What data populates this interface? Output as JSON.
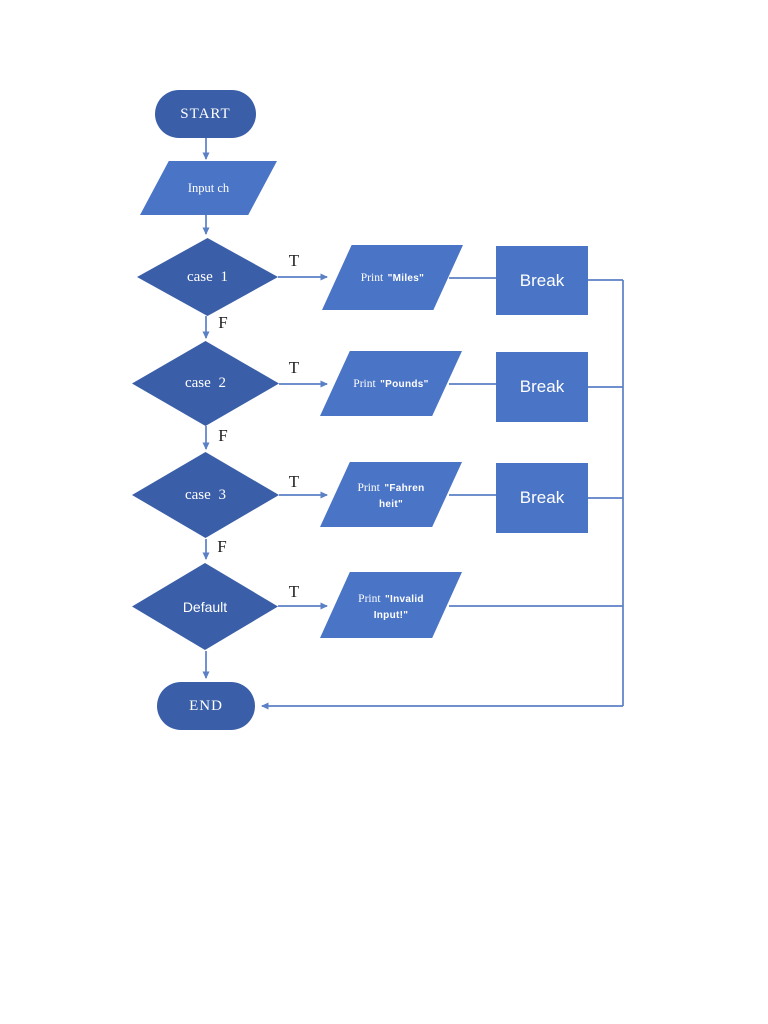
{
  "colors": {
    "node_dark": "#3a5ea8",
    "node_light": "#4a74c6",
    "connector": "#5b80c6",
    "label_text": "#1f1f1f",
    "text_on_shape": "#ffffff"
  },
  "flowchart": {
    "start": {
      "label": "START"
    },
    "input": {
      "label": "Input ch"
    },
    "decisions": [
      {
        "label": "case 1",
        "true_label": "T",
        "false_label": "F"
      },
      {
        "label": "case 2",
        "true_label": "T",
        "false_label": "F"
      },
      {
        "label": "case 3",
        "true_label": "T",
        "false_label": "F"
      },
      {
        "label": "Default",
        "true_label": "T"
      }
    ],
    "processes": [
      {
        "prefix": "Print",
        "quote_line1": "\"Miles\"",
        "quote_line2": ""
      },
      {
        "prefix": "Print",
        "quote_line1": "\"Pounds\"",
        "quote_line2": ""
      },
      {
        "prefix": "Print",
        "quote_line1": "\"Fahren",
        "quote_line2": "heit\""
      },
      {
        "prefix": "Print",
        "quote_line1": "\"Invalid",
        "quote_line2": "Input!\""
      }
    ],
    "breaks": [
      {
        "label": "Break"
      },
      {
        "label": "Break"
      },
      {
        "label": "Break"
      }
    ],
    "end": {
      "label": "END"
    }
  }
}
